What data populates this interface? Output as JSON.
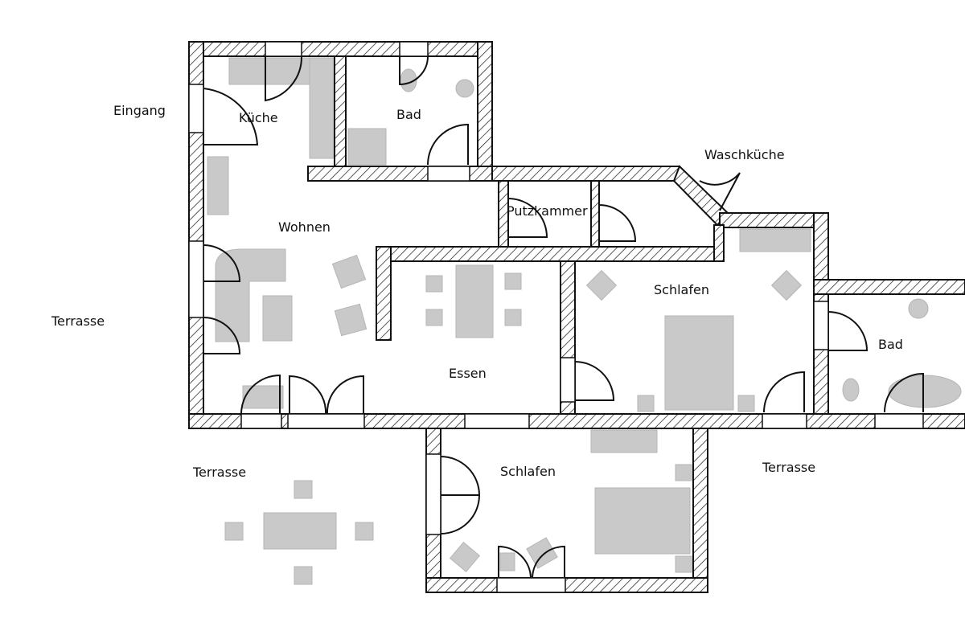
{
  "title": "Grundriss",
  "rooms": {
    "eingang": "Eingang",
    "kueche": "Küche",
    "bad1": "Bad",
    "waschkueche": "Waschküche",
    "wohnen": "Wohnen",
    "putzkammer": "Putzkammer",
    "schlafen1": "Schlafen",
    "bad2": "Bad",
    "essen": "Essen",
    "terrasse_west": "Terrasse",
    "terrasse_sw": "Terrasse",
    "schlafen2": "Schlafen",
    "terrasse_se": "Terrasse"
  },
  "colors": {
    "wall": "#111111",
    "furniture": "#c9c9c9"
  }
}
